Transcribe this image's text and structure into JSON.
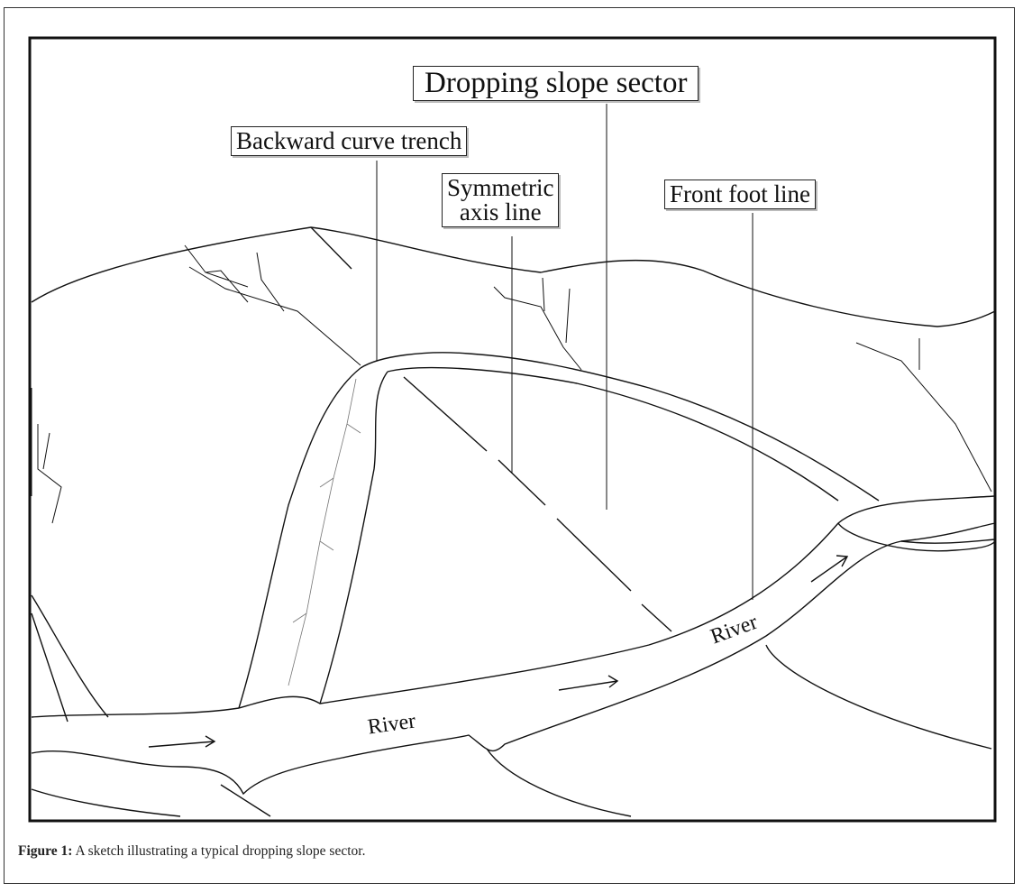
{
  "figure": {
    "labels": {
      "dropping_slope_sector": "Dropping  slope  sector",
      "backward_curve_trench": "Backward curve trench",
      "symmetric_axis_line_1": "Symmetric",
      "symmetric_axis_line_2": "axis line",
      "front_foot_line": "Front foot line",
      "river_left": "River",
      "river_right": "River"
    },
    "caption": {
      "prefix": "Figure 1:",
      "text": " A sketch illustrating a typical dropping slope sector."
    }
  }
}
